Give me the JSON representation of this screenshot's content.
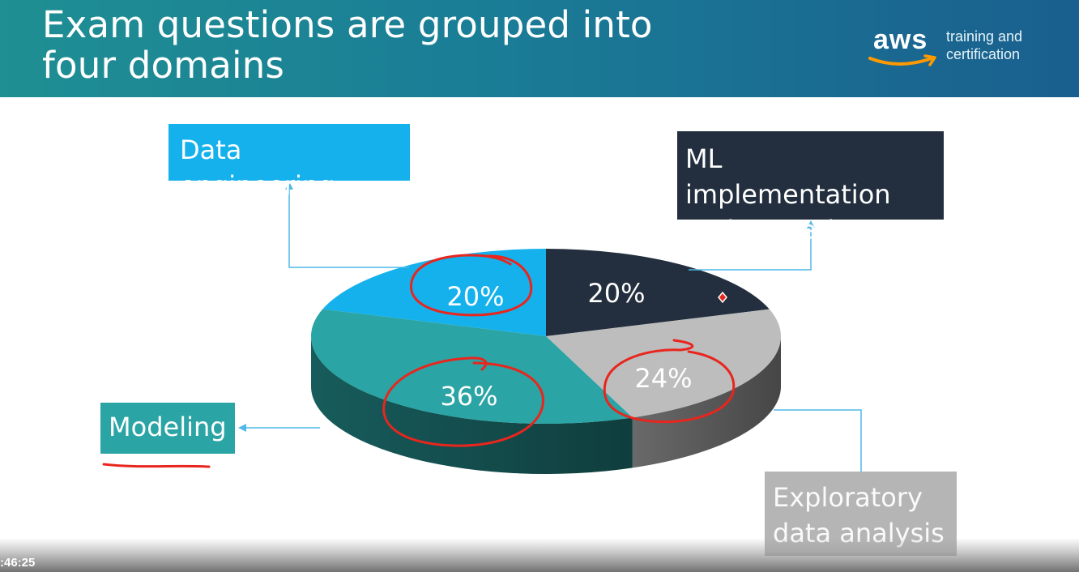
{
  "slide": {
    "title_line1": "Exam questions are grouped into",
    "title_line2": "four domains"
  },
  "logo": {
    "word": "aws",
    "sub_line1": "training and",
    "sub_line2": "certification"
  },
  "chart_data": {
    "type": "pie",
    "title": "",
    "categories": [
      "Data engineering",
      "ML implementation and operations",
      "Exploratory data analysis",
      "Modeling"
    ],
    "values": [
      20,
      20,
      24,
      36
    ],
    "value_labels": [
      "20%",
      "20%",
      "24%",
      "36%"
    ],
    "colors": [
      "#15b1ec",
      "#232f3e",
      "#bdbdbd",
      "#2aa4a4"
    ],
    "label_lines": {
      "ml_line1": "ML implementation",
      "ml_line2": "and operations",
      "eda_line1": "Exploratory",
      "eda_line2": "data analysis"
    },
    "annotations": [
      "red circle around 20% (Data engineering)",
      "red circle around 36% (Modeling)",
      "red circle around 24% (Exploratory data analysis)",
      "red underline under Modeling"
    ]
  },
  "player": {
    "timestamp": ":46:25"
  }
}
